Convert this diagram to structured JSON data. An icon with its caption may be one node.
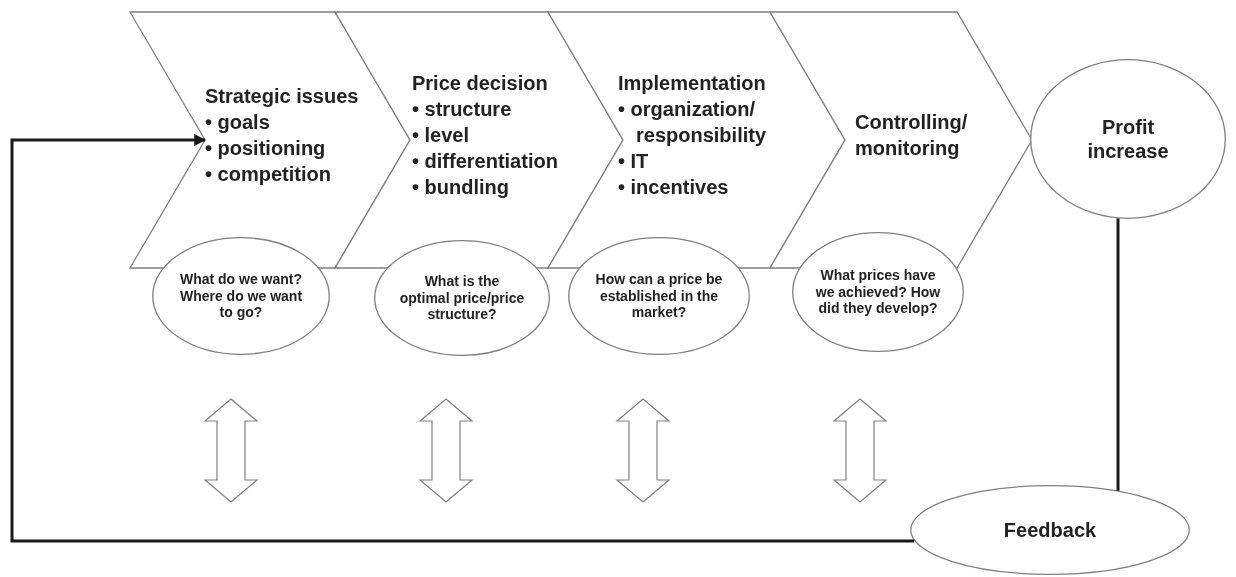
{
  "diagram": {
    "nodes": [
      {
        "text": [
          "Strategic issues",
          "• goals",
          "• positioning",
          "• competition"
        ]
      },
      {
        "text": [
          "Price decision",
          "• structure",
          "• level",
          "• differentiation",
          "• bundling"
        ]
      },
      {
        "text": [
          "Implementation",
          "• organization/ responsibility",
          "• IT",
          "• incentives"
        ]
      },
      {
        "text": [
          "Controlling/ monitoring"
        ]
      },
      {
        "text": [
          "Profit increase"
        ]
      },
      {
        "text": [
          "What do we want? Where do we want to go?"
        ]
      },
      {
        "text": [
          "What is the optimal price/price structure?"
        ]
      },
      {
        "text": [
          "How can a price be established in the market?"
        ]
      },
      {
        "text": [
          "What prices have we achieved? How did they develop?"
        ]
      },
      {
        "text": [
          "Feedback"
        ]
      }
    ],
    "edges": [
      {
        "from": 4,
        "to": 9,
        "arrow": "none"
      },
      {
        "from": 9,
        "to": 0,
        "arrow": "to"
      }
    ]
  }
}
